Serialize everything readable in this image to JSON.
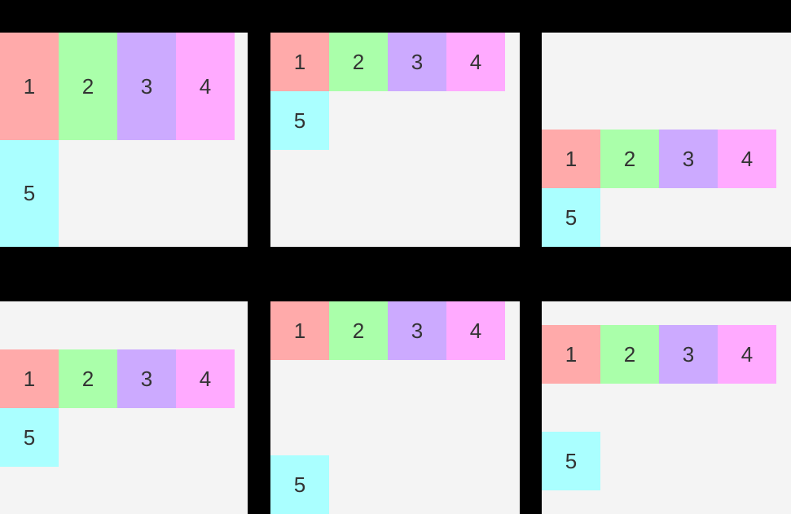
{
  "page": {
    "background_color": "#000000",
    "panel_background_color": "#f4f4f4",
    "item_text_color": "#333333"
  },
  "items": [
    {
      "label": "1",
      "color": "#ffaaaa"
    },
    {
      "label": "2",
      "color": "#aaffaa"
    },
    {
      "label": "3",
      "color": "#ccaaff"
    },
    {
      "label": "4",
      "color": "#ffaaff"
    },
    {
      "label": "5",
      "color": "#aaffff"
    }
  ],
  "panels": [
    {
      "id": "panel-1",
      "align_content": "stretch",
      "items": [
        "1",
        "2",
        "3",
        "4",
        "5"
      ]
    },
    {
      "id": "panel-2",
      "align_content": "flex-start",
      "items": [
        "1",
        "2",
        "3",
        "4",
        "5"
      ]
    },
    {
      "id": "panel-3",
      "align_content": "flex-end",
      "items": [
        "1",
        "2",
        "3",
        "4",
        "5"
      ]
    },
    {
      "id": "panel-4",
      "align_content": "center",
      "items": [
        "1",
        "2",
        "3",
        "4",
        "5"
      ]
    },
    {
      "id": "panel-5",
      "align_content": "space-between",
      "items": [
        "1",
        "2",
        "3",
        "4",
        "5"
      ]
    },
    {
      "id": "panel-6",
      "align_content": "space-around",
      "items": [
        "1",
        "2",
        "3",
        "4",
        "5"
      ]
    }
  ]
}
